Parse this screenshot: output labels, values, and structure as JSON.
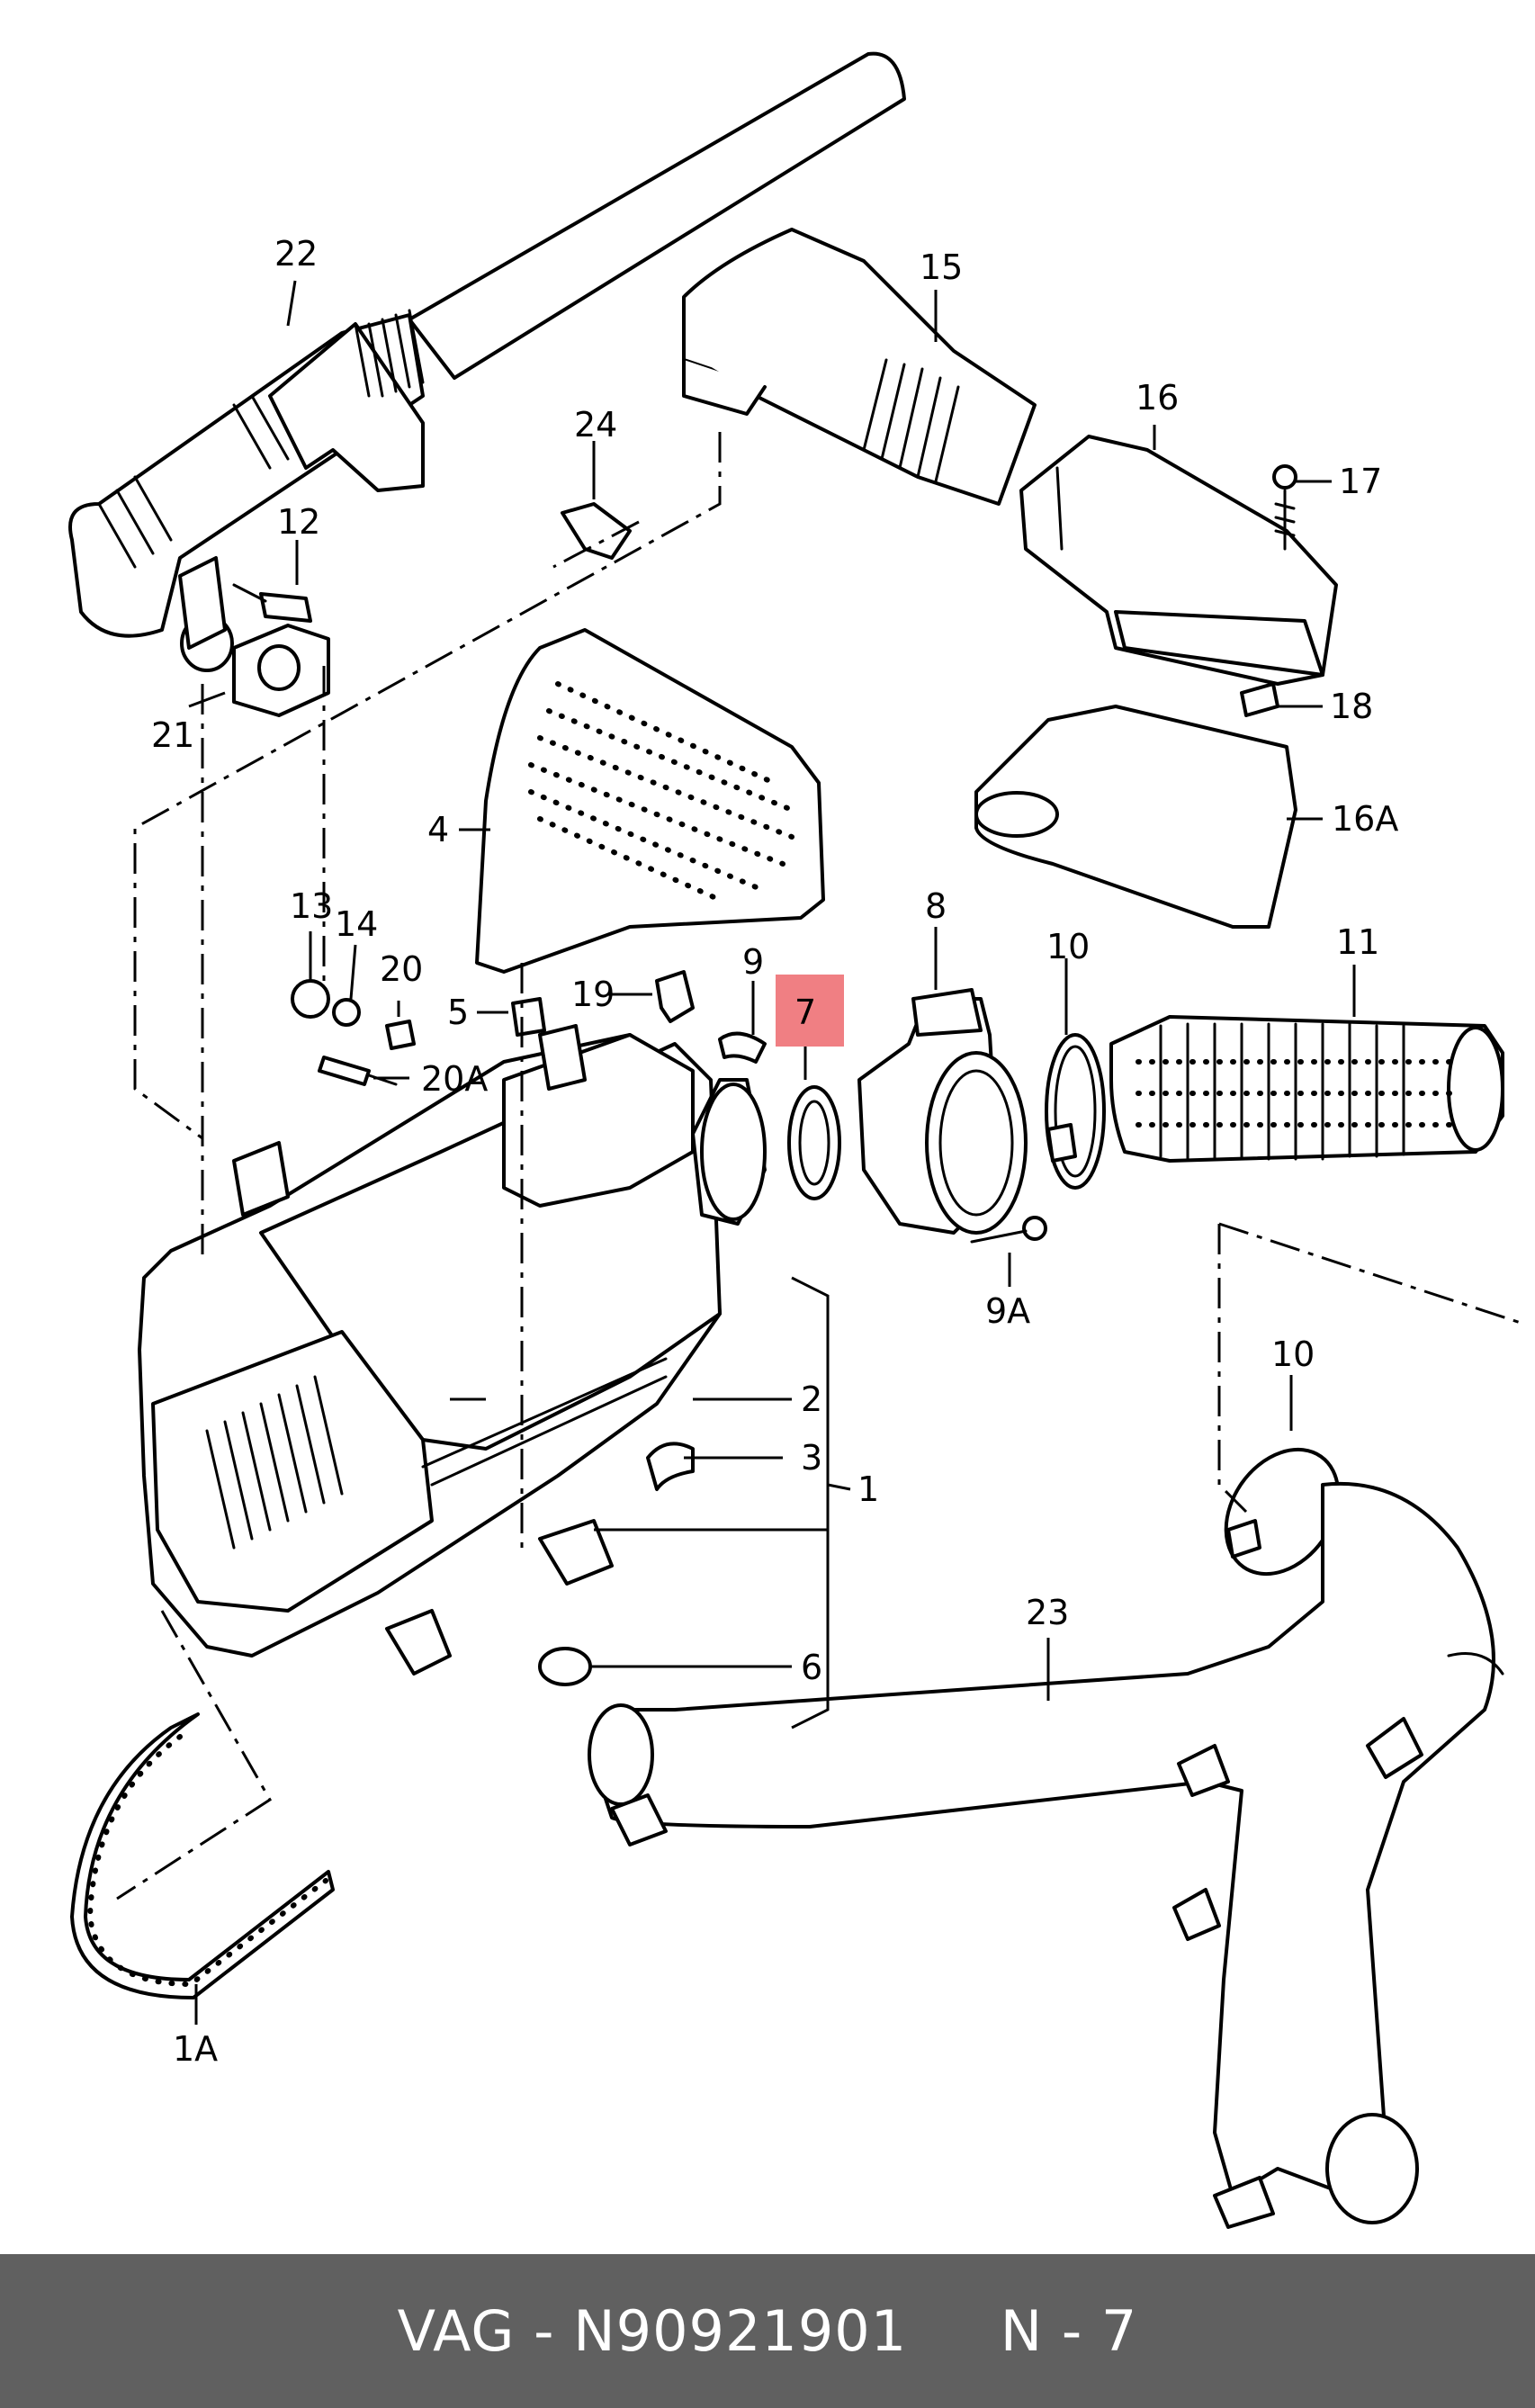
{
  "diagram": {
    "highlight_color": "#f07f83",
    "callouts": [
      "22",
      "15",
      "16",
      "17",
      "24",
      "12",
      "21",
      "18",
      "4",
      "16A",
      "13",
      "14",
      "20",
      "8",
      "10",
      "11",
      "9",
      "7",
      "19",
      "5",
      "20A",
      "9A",
      "2",
      "3",
      "1",
      "6",
      "10",
      "23",
      "1A"
    ]
  },
  "footer": {
    "text": "VAG - N90921901     N - 7",
    "background": "#606060"
  }
}
